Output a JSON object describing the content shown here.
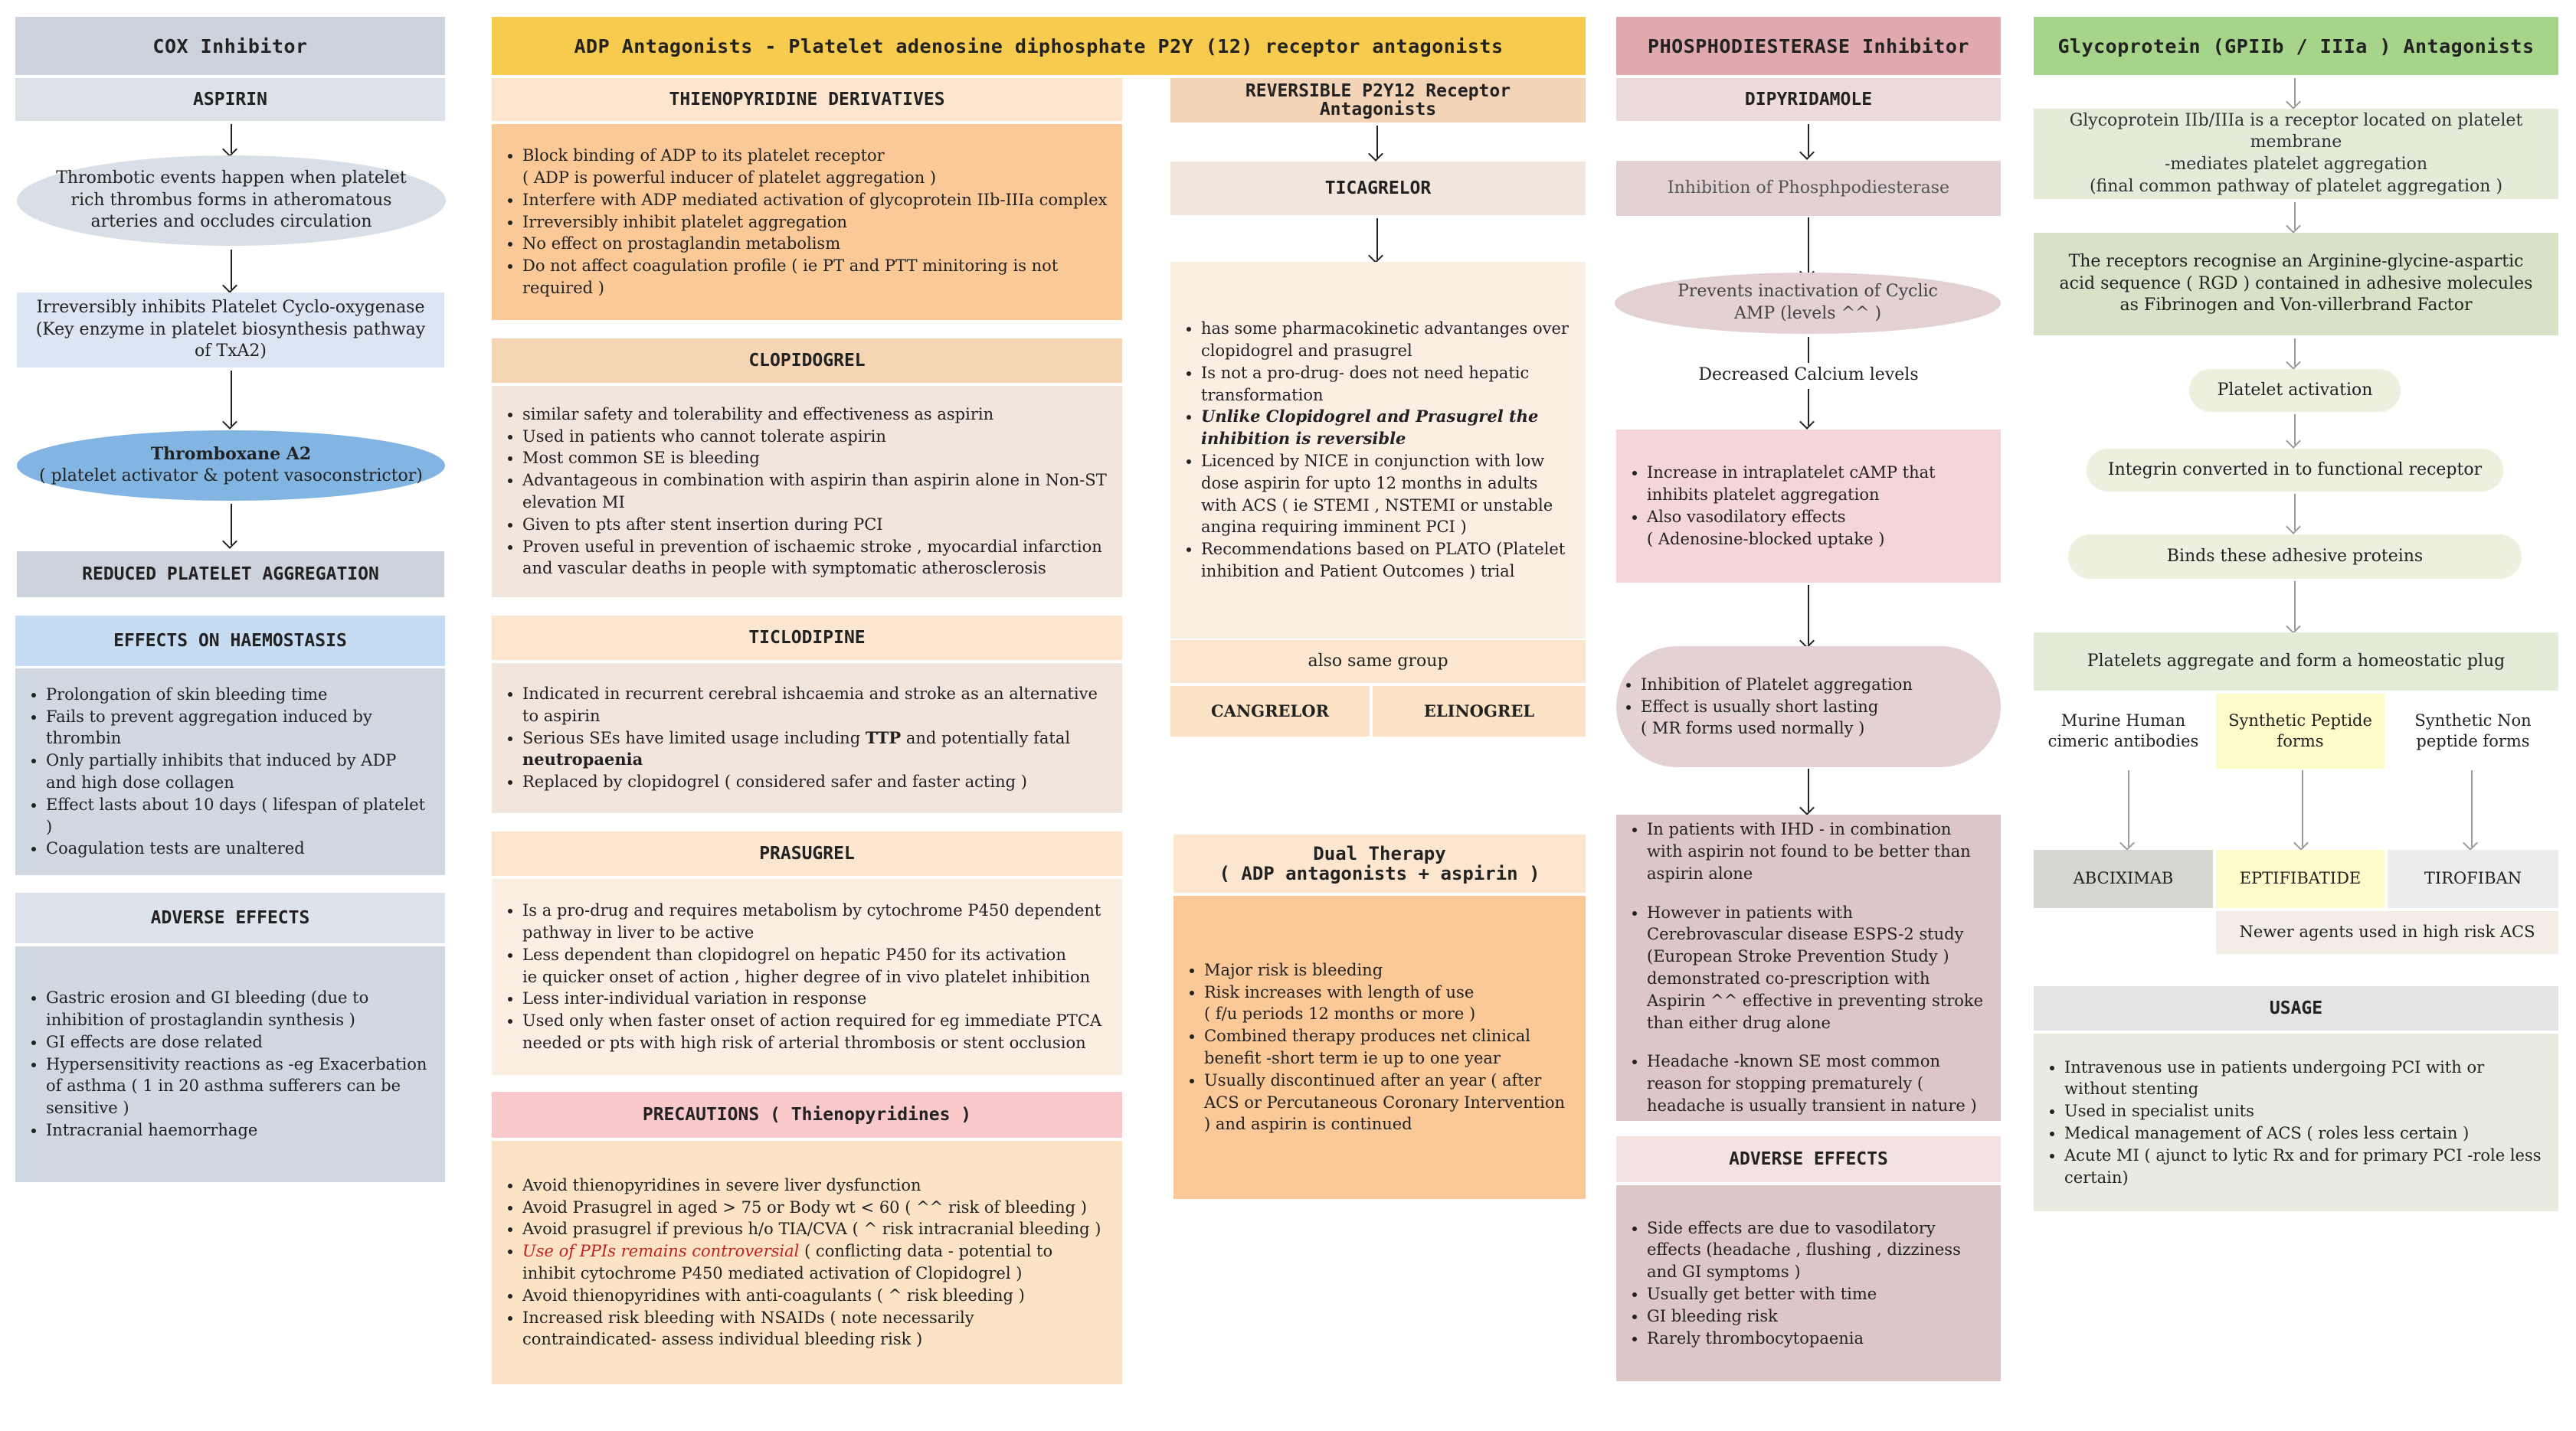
{
  "cox": {
    "title": "COX Inhibitor",
    "drug": "ASPIRIN",
    "step1": "Thrombotic events happen when platelet rich thrombus forms in atheromatous arteries and occludes circulation",
    "step2": "Irreversibly inhibits Platelet Cyclo-oxygenase (Key enzyme in platelet biosynthesis pathway of TxA2)",
    "step3_title": "Thromboxane A2",
    "step3_sub": "( platelet activator & potent vasoconstrictor)",
    "step4": "REDUCED PLATELET AGGREGATION",
    "haemo_title": "EFFECTS ON HAEMOSTASIS",
    "haemo_items": [
      "Prolongation of skin bleeding time",
      "Fails to prevent aggregation induced by thrombin",
      "Only partially inhibits that induced by ADP and high dose collagen",
      "Effect lasts about 10 days ( lifespan of platelet )",
      "Coagulation tests are unaltered"
    ],
    "adverse_title": "ADVERSE EFFECTS",
    "adverse_items": [
      "Gastric erosion and GI bleeding (due to inhibition of prostaglandin synthesis )",
      "GI effects are dose related",
      "Hypersensitivity reactions as -eg Exacerbation of asthma ( 1 in 20 asthma sufferers can be sensitive )",
      "Intracranial haemorrhage"
    ]
  },
  "adp": {
    "title": "ADP Antagonists - Platelet adenosine diphosphate P2Y (12) receptor antagonists",
    "thieno_title": "THIENOPYRIDINE DERIVATIVES",
    "thieno_items": [
      "Block binding of ADP to its platelet receptor",
      "( ADP is powerful inducer of platelet aggregation )",
      "Interfere with ADP mediated activation of glycoprotein IIb-IIIa complex",
      "Irreversibly inhibit platelet aggregation",
      "No effect on prostaglandin metabolism",
      "Do not affect coagulation profile ( ie PT and PTT minitoring is not required )"
    ],
    "clop_title": "CLOPIDOGREL",
    "clop_items": [
      "similar safety and tolerability and effectiveness as aspirin",
      "Used in patients who cannot tolerate aspirin",
      "Most common SE is bleeding",
      "Advantageous in combination with aspirin than aspirin alone in Non-ST elevation MI",
      "Given to pts after stent insertion during PCI",
      "Proven useful in prevention of ischaemic stroke , myocardial infarction and vascular deaths in people with symptomatic atherosclerosis"
    ],
    "ticlo_title": "TICLODIPINE",
    "ticlo_items": [
      "Indicated in recurrent cerebral ishcaemia and stroke as an alternative to aspirin",
      "Serious SEs have limited usage including ",
      "TTP",
      " and potentially fatal ",
      "neutropaenia",
      "Replaced by clopidogrel ( considered safer and faster acting )"
    ],
    "pras_title": "PRASUGREL",
    "pras_items": [
      "Is a pro-drug and requires metabolism by cytochrome P450 dependent pathway in liver to be active",
      " Less dependent than clopidogrel on hepatic P450 for its activation",
      "ie quicker onset of action , higher degree of in vivo platelet inhibition",
      "Less inter-individual variation in response",
      "Used only when faster onset of action required for eg immediate PTCA needed or pts with high risk of arterial thrombosis or stent occlusion"
    ],
    "prec_title": "PRECAUTIONS ( Thienopyridines )",
    "prec_items": [
      "Avoid thienopyridines in  severe liver dysfunction",
      "Avoid Prasugrel in aged > 75 or Body wt < 60 ( ^^ risk of bleeding )",
      "Avoid prasugrel if previous h/o TIA/CVA ( ^ risk intracranial bleeding )",
      "Use of PPIs remains controversial",
      " ( conflicting data - potential to inhibit cytochrome P450 mediated activation of Clopidogrel )",
      "Avoid thienopyridines with anti-coagulants ( ^ risk bleeding )",
      "Increased risk bleeding with NSAIDs ( note necessarily contraindicated- assess individual bleeding risk )"
    ],
    "rev_title": "REVERSIBLE P2Y12 Receptor Antagonists",
    "tica_title": "TICAGRELOR",
    "tica_items": [
      "has some pharmacokinetic advantanges over clopidogrel and prasugrel",
      "Is not a pro-drug- does not need hepatic transformation",
      "Unlike Clopidogrel and Prasugrel the inhibition is reversible",
      "Licenced by NICE in conjunction with low dose aspirin for upto 12 months in adults with ACS ( ie STEMI , NSTEMI or unstable angina requiring imminent PCI )",
      "Recommendations based on PLATO (Platelet inhibition and Patient Outcomes ) trial"
    ],
    "same_group": "also same group",
    "cangrelor": "CANGRELOR",
    "elinogrel": "ELINOGREL",
    "dual_title": "Dual Therapy",
    "dual_sub": "( ADP antagonists + aspirin )",
    "dual_items": [
      "Major risk is bleeding",
      "Risk increases with length of use",
      "( f/u periods 12 months or more )",
      "Combined therapy produces net clinical benefit -short term ie up to one year",
      "Usually discontinued after an year ( after ACS or Percutaneous Coronary Intervention ) and aspirin is continued"
    ]
  },
  "pde": {
    "title": "PHOSPHODIESTERASE Inhibitor",
    "drug": "DIPYRIDAMOLE",
    "step1": "Inhibition of  Phosphpodiesterase",
    "step2": "Prevents inactivation of Cyclic AMP (levels ^^ )",
    "step3": "Decreased Calcium levels",
    "step4_items": [
      "Increase in intraplatelet cAMP that inhibits platelet aggregation",
      "Also vasodilatory effects",
      "( Adenosine-blocked uptake )"
    ],
    "step5_items": [
      "Inhibition of Platelet aggregation",
      "Effect is usually short lasting",
      "( MR forms used normally )"
    ],
    "uses_items": [
      "In patients with IHD - in combination with aspirin not found to be better than aspirin alone",
      "However in patients with Cerebrovascular disease ESPS-2 study (European Stroke Prevention Study ) demonstrated co-prescription with Aspirin ^^ effective in preventing stroke than either drug alone",
      "Headache -known SE most common reason for stopping prematurely ( headache is usually transient in nature )"
    ],
    "adverse_title": "ADVERSE EFFECTS",
    "adverse_items": [
      "Side effects are due to vasodilatory effects (headache , flushing , dizziness and GI symptoms )",
      "Usually get better with time",
      "GI bleeding risk",
      "Rarely thrombocytopaenia"
    ]
  },
  "gp": {
    "title": "Glycoprotein (GPIIb / IIIa ) Antagonists",
    "step1": [
      "Glycoprotein IIb/IIIa is a receptor located on platelet membrane",
      "-mediates platelet aggregation",
      "(final common pathway of platelet aggregation )"
    ],
    "step2": "The receptors recognise an Arginine-glycine-aspartic acid sequence ( RGD ) contained in adhesive molecules as Fibrinogen and Von-villerbrand Factor",
    "step3": "Platelet activation",
    "step4": "Integrin converted in to functional receptor",
    "step5": "Binds these adhesive proteins",
    "step6": "Platelets aggregate and form a homeostatic plug",
    "forms": [
      "Murine Human cimeric antibodies",
      "Synthetic Peptide forms",
      "Synthetic Non peptide forms"
    ],
    "drugs": [
      "ABCIXIMAB",
      "EPTIFIBATIDE",
      "TIROFIBAN"
    ],
    "newer": "Newer agents used in high risk ACS",
    "usage_title": "USAGE",
    "usage_items": [
      "Intravenous use in patients undergoing PCI with or without stenting",
      "Used in specialist units",
      "Medical management of ACS ( roles less certain )",
      "Acute MI ( ajunct to lytic Rx and for primary PCI -role less certain)"
    ]
  },
  "colors": {
    "cox_header": "#cdd3dc",
    "adp_header": "#f7cb4d",
    "pde_header": "#dfa9ae",
    "gp_header": "#a6d48a",
    "thieno_body": "#fbc898",
    "dual_body": "#fbc898"
  }
}
